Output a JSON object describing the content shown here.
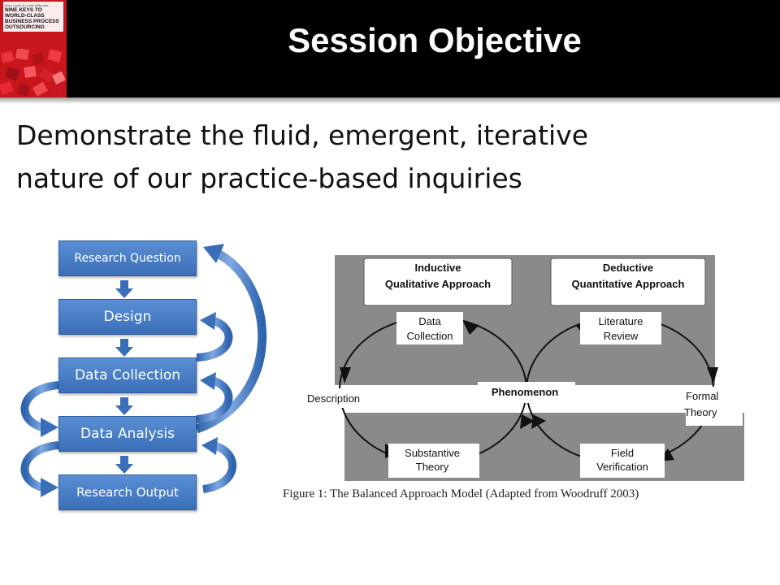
{
  "header": {
    "title": "Session Objective",
    "book_cover": {
      "authors": "Mary Lacity & Leslie Willcocks",
      "title": "NINE KEYS TO WORLD-CLASS BUSINESS PROCESS OUTSOURCING"
    }
  },
  "objective": {
    "line1": "Demonstrate the fluid, emergent, iterative",
    "line2": "nature of our practice-based inquiries"
  },
  "flow": {
    "steps": [
      {
        "label": "Research Question"
      },
      {
        "label": "Design"
      },
      {
        "label": "Data Collection"
      },
      {
        "label": "Data Analysis"
      },
      {
        "label": "Research Output"
      }
    ],
    "box_color": "#4a7fc6"
  },
  "balanced_model": {
    "inductive_line1": "Inductive",
    "inductive_line2": "Qualitative Approach",
    "deductive_line1": "Deductive",
    "deductive_line2": "Quantitative Approach",
    "data_collection_line1": "Data",
    "data_collection_line2": "Collection",
    "literature_review_line1": "Literature",
    "literature_review_line2": "Review",
    "phenomenon": "Phenomenon",
    "description": "Description",
    "formal_theory_line1": "Formal",
    "formal_theory_line2": "Theory",
    "substantive_theory_line1": "Substantive",
    "substantive_theory_line2": "Theory",
    "field_verification_line1": "Field",
    "field_verification_line2": "Verification",
    "caption": "Figure 1: The Balanced Approach Model (Adapted from Woodruff 2003)"
  }
}
